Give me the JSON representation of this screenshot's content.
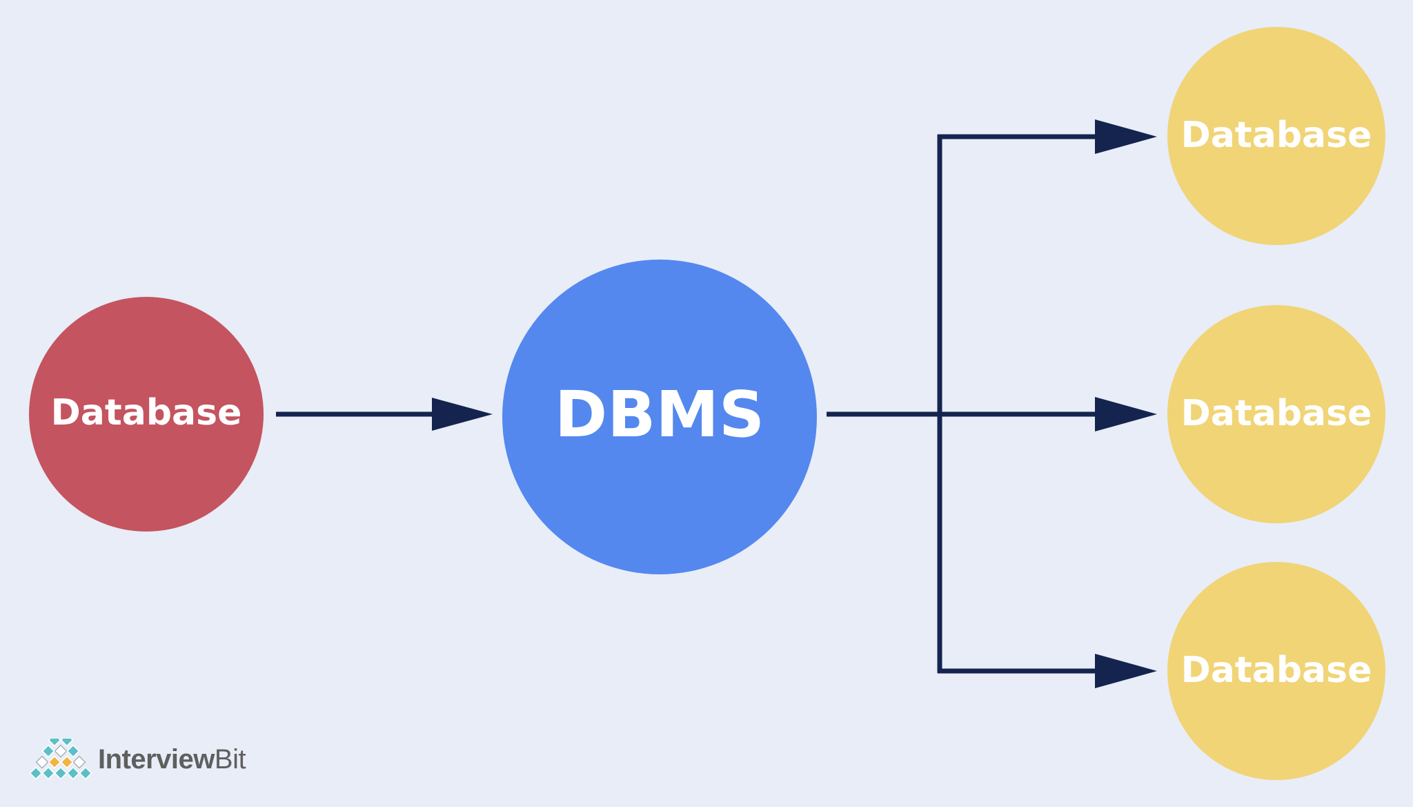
{
  "diagram": {
    "source_node": {
      "label": "Database",
      "color": "#c4545f"
    },
    "center_node": {
      "label": "DBMS",
      "color": "#5488ee"
    },
    "target_nodes": [
      {
        "label": "Database",
        "color": "#f0d476"
      },
      {
        "label": "Database",
        "color": "#f0d476"
      },
      {
        "label": "Database",
        "color": "#f0d476"
      }
    ],
    "arrow_color": "#14244f"
  },
  "branding": {
    "logo_main": "Interview",
    "logo_suffix": "Bit",
    "logo_colors": [
      "#5bbfc6",
      "#f2b43f",
      "#ffffff"
    ]
  }
}
